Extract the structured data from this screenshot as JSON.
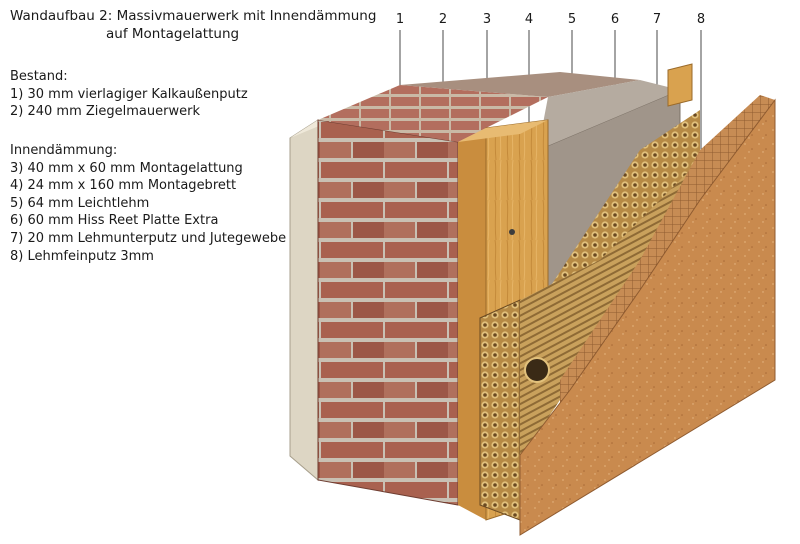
{
  "title": {
    "line1": "Wandaufbau 2: Massivmauerwerk mit Innendämmung",
    "line2": "auf Montagelattung"
  },
  "bestand": {
    "heading": "Bestand:",
    "items": [
      "1)  30 mm vierlagiger Kalkaußenputz",
      "2)  240 mm Ziegelmauerwerk"
    ]
  },
  "innendaemmung": {
    "heading": "Innendämmung:",
    "items": [
      "3)  40 mm x 60 mm Montagelattung",
      "4)  24 mm x 160 mm Montagebrett",
      "5)  64 mm Leichtlehm",
      "6)  60 mm Hiss Reet Platte Extra",
      "7)  20 mm Lehmunterputz und Jutegewebe",
      "8)  Lehmfeinputz 3mm"
    ]
  },
  "layer_numbers": [
    "1",
    "2",
    "3",
    "4",
    "5",
    "6",
    "7",
    "8"
  ],
  "colors": {
    "plaster": "#e2dccb",
    "brick": "#a9614f",
    "mortar": "#c9c1b4",
    "wood": "#d9a24f",
    "clay": "#a0958a",
    "reed": "#d7b46c",
    "finish_plaster": "#c98a4e"
  }
}
